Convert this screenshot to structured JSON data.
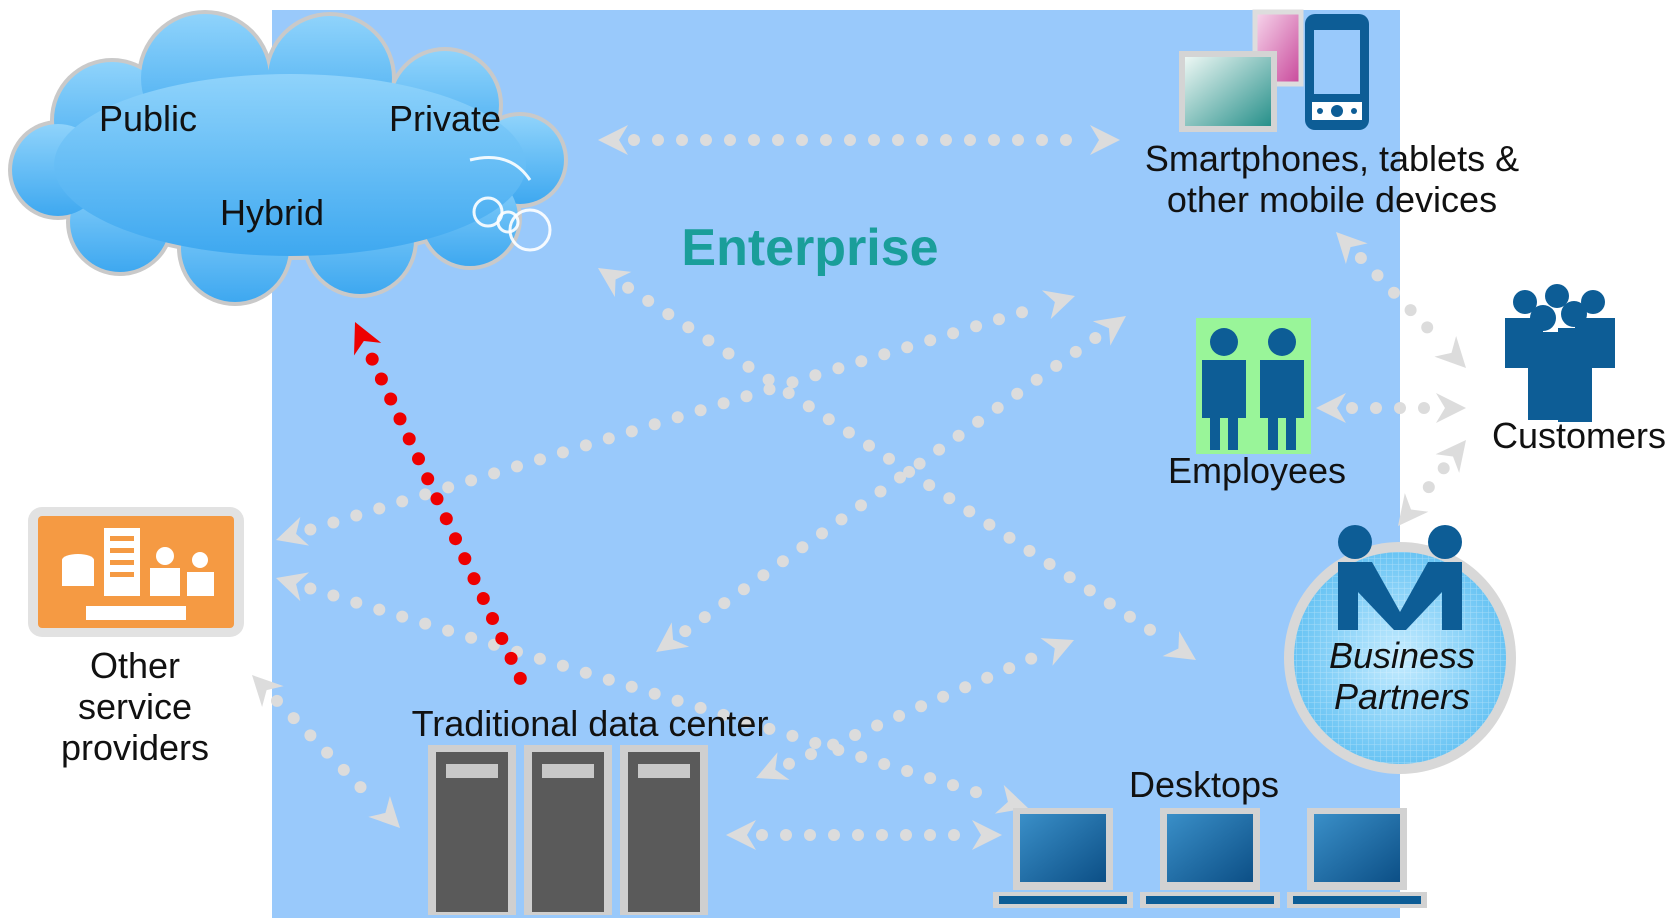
{
  "enterprise": {
    "title": "Enterprise"
  },
  "cloud": {
    "public": "Public",
    "private": "Private",
    "hybrid": "Hybrid"
  },
  "mobile": {
    "line1": "Smartphones, tablets &",
    "line2": "other mobile devices"
  },
  "employees": {
    "label": "Employees"
  },
  "customers": {
    "label": "Customers"
  },
  "partners": {
    "line1": "Business",
    "line2": "Partners"
  },
  "providers": {
    "line1": "Other",
    "line2": "service",
    "line3": "providers"
  },
  "datacenter": {
    "label": "Traditional data center"
  },
  "desktops": {
    "label": "Desktops"
  },
  "colors": {
    "enterprise_bg": "#99c9fb",
    "enterprise_title": "#1a9e9a",
    "connector": "#dcdcdc",
    "migration": "#ee0000",
    "cloud": "#59b8f5",
    "icon_blue": "#0d5d96",
    "provider_orange": "#f59a43",
    "employees_bg": "#99f599"
  }
}
